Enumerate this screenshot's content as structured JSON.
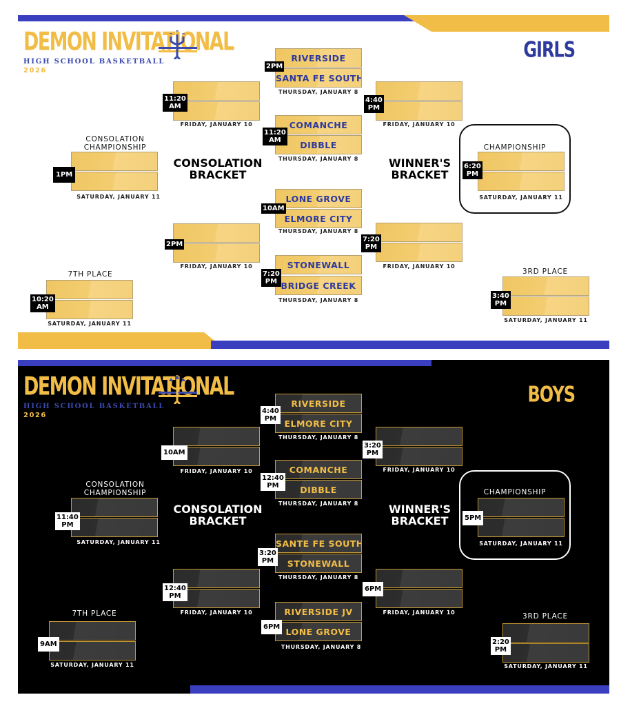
{
  "colors": {
    "gold": "#f1bd46",
    "blue": "#3a4aae"
  },
  "logo": {
    "title": "DEMON INVITATIONAL",
    "subtitle": "HIGH SCHOOL BASKETBALL",
    "year": "2026",
    "icon": "trident-icon"
  },
  "girls": {
    "heading": "GIRLS",
    "consolation_title": [
      "CONSOLATION",
      "BRACKET"
    ],
    "winners_title": [
      "WINNER'S",
      "BRACKET"
    ],
    "consolation_championship": [
      "CONSOLATION",
      "CHAMPIONSHIP"
    ],
    "championship": "CHAMPIONSHIP",
    "seventh": "7TH PLACE",
    "third": "3RD PLACE",
    "games": {
      "q1": {
        "top": "RIVERSIDE",
        "bottom": "SANTA FE SOUTH",
        "time": [
          "2PM"
        ],
        "date": "THURSDAY, JANUARY 8"
      },
      "q2": {
        "top": "COMANCHE",
        "bottom": "DIBBLE",
        "time": [
          "11:20",
          "AM"
        ],
        "date": "THURSDAY, JANUARY 8"
      },
      "q3": {
        "top": "LONE GROVE",
        "bottom": "ELMORE CITY",
        "time": [
          "10AM"
        ],
        "date": "THURSDAY, JANUARY 8"
      },
      "q4": {
        "top": "STONEWALL",
        "bottom": "BRIDGE CREEK",
        "time": [
          "7:20",
          "PM"
        ],
        "date": "THURSDAY, JANUARY 8"
      },
      "c1": {
        "time": [
          "11:20",
          "AM"
        ],
        "date": "FRIDAY, JANUARY 10"
      },
      "c2": {
        "time": [
          "2PM"
        ],
        "date": "FRIDAY, JANUARY 10"
      },
      "w1": {
        "time": [
          "4:40",
          "PM"
        ],
        "date": "FRIDAY, JANUARY 10"
      },
      "w2": {
        "time": [
          "7:20",
          "PM"
        ],
        "date": "FRIDAY, JANUARY 10"
      },
      "cc": {
        "time": [
          "1PM"
        ],
        "date": "SATURDAY, JANUARY 11"
      },
      "ch": {
        "time": [
          "6:20",
          "PM"
        ],
        "date": "SATURDAY, JANUARY 11"
      },
      "p7": {
        "time": [
          "10:20",
          "AM"
        ],
        "date": "SATURDAY, JANUARY 11"
      },
      "p3": {
        "time": [
          "3:40",
          "PM"
        ],
        "date": "SATURDAY, JANUARY 11"
      }
    }
  },
  "boys": {
    "heading": "BOYS",
    "consolation_title": [
      "CONSOLATION",
      "BRACKET"
    ],
    "winners_title": [
      "WINNER'S",
      "BRACKET"
    ],
    "consolation_championship": [
      "CONSOLATION",
      "CHAMPIONSHIP"
    ],
    "championship": "CHAMPIONSHIP",
    "seventh": "7TH PLACE",
    "third": "3RD PLACE",
    "games": {
      "q1": {
        "top": "RIVERSIDE",
        "bottom": "ELMORE CITY",
        "time": [
          "4:40",
          "PM"
        ],
        "date": "THURSDAY, JANUARY 8"
      },
      "q2": {
        "top": "COMANCHE",
        "bottom": "DIBBLE",
        "time": [
          "12:40",
          "PM"
        ],
        "date": "THURSDAY, JANUARY 8"
      },
      "q3": {
        "top": "SANTE FE SOUTH",
        "bottom": "STONEWALL",
        "time": [
          "3:20",
          "PM"
        ],
        "date": "THURSDAY, JANUARY 8"
      },
      "q4": {
        "top": "RIVERSIDE JV",
        "bottom": "LONE GROVE",
        "time": [
          "6PM"
        ],
        "date": "THURSDAY, JANUARY 8"
      },
      "c1": {
        "time": [
          "10AM"
        ],
        "date": "FRIDAY, JANUARY 10"
      },
      "c2": {
        "time": [
          "12:40",
          "PM"
        ],
        "date": "FRIDAY, JANUARY 10"
      },
      "w1": {
        "time": [
          "3:20",
          "PM"
        ],
        "date": "FRIDAY, JANUARY 10"
      },
      "w2": {
        "time": [
          "6PM"
        ],
        "date": "FRIDAY, JANUARY 10"
      },
      "cc": {
        "time": [
          "11:40",
          "PM"
        ],
        "date": "SATURDAY, JANUARY 11"
      },
      "ch": {
        "time": [
          "5PM"
        ],
        "date": "SATURDAY, JANUARY 11"
      },
      "p7": {
        "time": [
          "9AM"
        ],
        "date": "SATURDAY, JANUARY 11"
      },
      "p3": {
        "time": [
          "2:20",
          "PM"
        ],
        "date": "SATURDAY, JANUARY 11"
      }
    }
  }
}
